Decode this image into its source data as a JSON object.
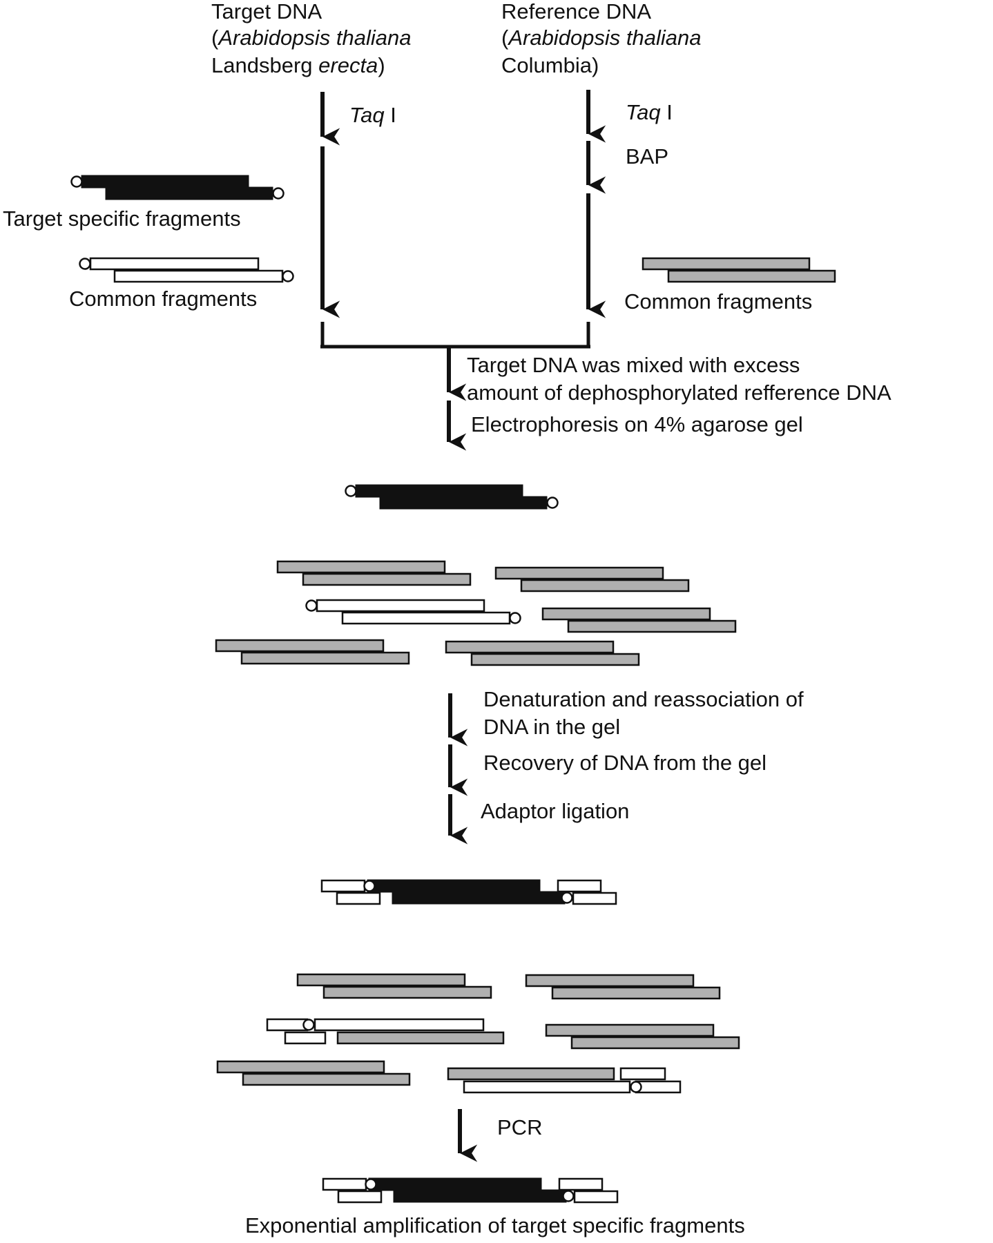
{
  "target": {
    "title": "Target DNA",
    "paren_open": "(",
    "species": "Arabidopsis thaliana",
    "ecotype": "Landsberg",
    "ecotype_ital": "erecta",
    "paren_close": ")",
    "enzyme": "Taq",
    "enzyme_suffix": " I",
    "specific_label": "Target specific fragments",
    "common_label": "Common fragments"
  },
  "reference": {
    "title": "Reference DNA",
    "paren_open": "(",
    "species": "Arabidopsis thaliana",
    "ecotype": "Columbia)",
    "enzyme": "Taq",
    "enzyme_suffix": " I",
    "treatment": "BAP",
    "common_label": "Common fragments"
  },
  "steps": {
    "mix_line1": "Target DNA was mixed with excess",
    "mix_line2": "amount of dephosphorylated refference DNA",
    "electrophoresis": "Electrophoresis on 4% agarose gel",
    "denature_line1": "Denaturation and reassociation of",
    "denature_line2": "DNA in the gel",
    "recovery": "Recovery of DNA from the gel",
    "adaptor": "Adaptor ligation",
    "pcr": "PCR",
    "result": "Exponential amplification of target specific fragments"
  },
  "colors": {
    "target_specific": "#111111",
    "reference_fragment": "#b0b0b0",
    "common_fragment": "#ffffff",
    "adaptor": "#ffffff",
    "line": "#111111"
  }
}
